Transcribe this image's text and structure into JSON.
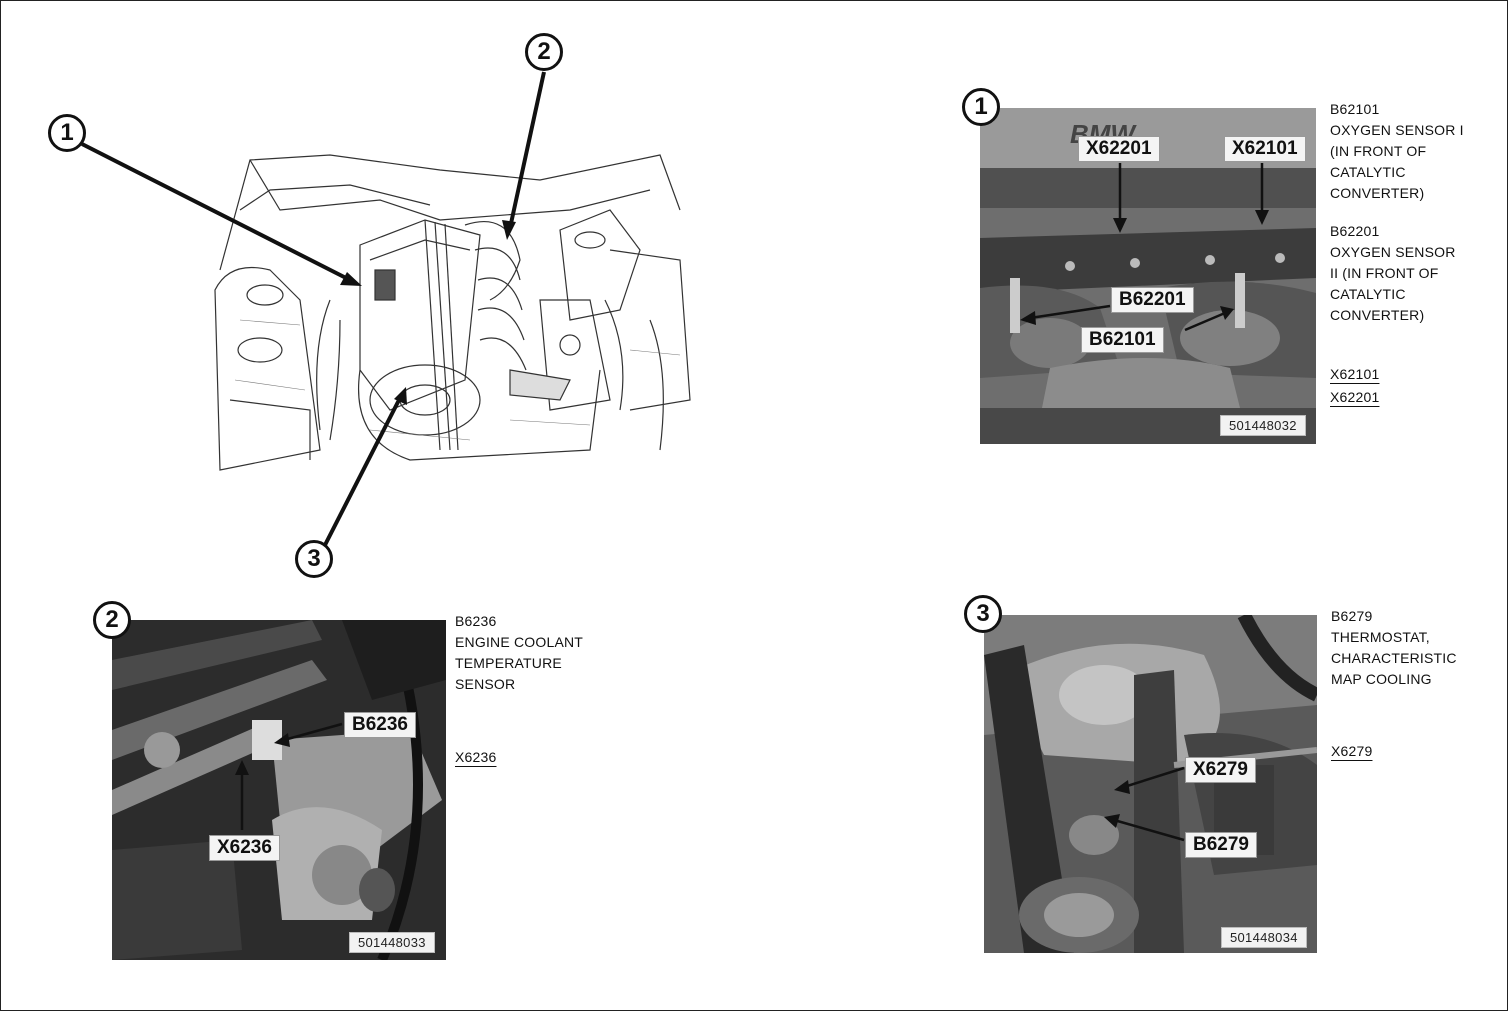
{
  "overview": {
    "callouts": [
      "1",
      "2",
      "3"
    ]
  },
  "detail1": {
    "callout": "1",
    "photo_id": "501448032",
    "tags": {
      "x62201": "X62201",
      "x62101": "X62101",
      "b62201": "B62201",
      "b62101": "B62101"
    },
    "descriptions": [
      {
        "code": "B62101",
        "lines": [
          "OXYGEN SENSOR I",
          "(IN FRONT OF",
          "CATALYTIC",
          "CONVERTER)"
        ]
      },
      {
        "code": "B62201",
        "lines": [
          "OXYGEN SENSOR",
          "II (IN FRONT OF",
          "CATALYTIC",
          "CONVERTER)"
        ]
      }
    ],
    "connectors": [
      "X62101",
      "X62201"
    ]
  },
  "detail2": {
    "callout": "2",
    "photo_id": "501448033",
    "tags": {
      "b6236": "B6236",
      "x6236": "X6236"
    },
    "description": {
      "code": "B6236",
      "lines": [
        "ENGINE COOLANT",
        "TEMPERATURE",
        "SENSOR"
      ]
    },
    "connector": "X6236"
  },
  "detail3": {
    "callout": "3",
    "photo_id": "501448034",
    "tags": {
      "x6279": "X6279",
      "b6279": "B6279"
    },
    "description": {
      "code": "B6279",
      "lines": [
        "THERMOSTAT,",
        "CHARACTERISTIC",
        "MAP COOLING"
      ]
    },
    "connector": "X6279"
  }
}
